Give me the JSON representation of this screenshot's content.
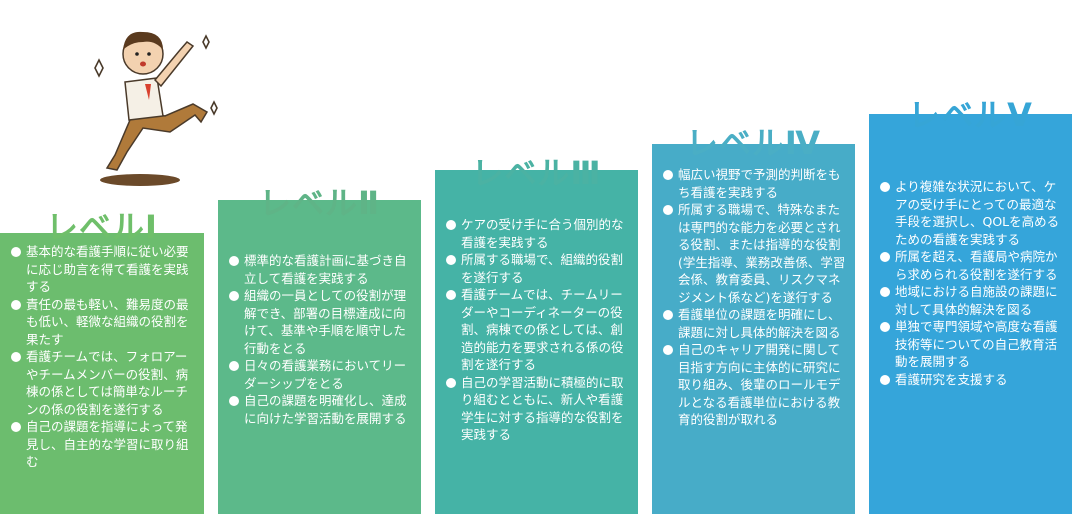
{
  "levels": [
    {
      "title": "レベルⅠ",
      "items": [
        "基本的な看護手順に従い必要に応じ助言を得て看護を実践する",
        "責任の最も軽い、難易度の最も低い、軽微な組織の役割を果たす",
        "看護チームでは、フォロアーやチームメンバーの役割、病棟の係としては簡単なルーチンの係の役割を遂行する",
        "自己の課題を指導によって発見し、自主的な学習に取り組む"
      ]
    },
    {
      "title": "レベルⅡ",
      "items": [
        "標準的な看護計画に基づき自立して看護を実践する",
        "組織の一員としての役割が理解でき、部署の目標達成に向けて、基準や手順を順守した行動をとる",
        "日々の看護業務においてリーダーシップをとる",
        "自己の課題を明確化し、達成に向けた学習活動を展開する"
      ]
    },
    {
      "title": "レベルⅢ",
      "items": [
        "ケアの受け手に合う個別的な看護を実践する",
        "所属する職場で、組織的役割を遂行する",
        "看護チームでは、チームリーダーやコーディネーターの役割、病棟での係としては、創造的能力を要求される係の役割を遂行する",
        "自己の学習活動に積極的に取り組むとともに、新人や看護学生に対する指導的な役割を実践する"
      ]
    },
    {
      "title": "レベルⅣ",
      "items": [
        "幅広い視野で予測的判断をもち看護を実践する",
        "所属する職場で、特殊なまたは専門的な能力を必要とされる役割、または指導的な役割(学生指導、業務改善係、学習会係、教育委員、リスクマネジメント係など)を遂行する",
        "看護単位の課題を明確にし、課題に対し具体的解決を図る",
        "自己のキャリア開発に関して目指す方向に主体的に研究に取り組み、後輩のロールモデルとなる看護単位における教育的役割が取れる"
      ]
    },
    {
      "title": "レベルⅤ",
      "items": [
        "より複雑な状況において、ケアの受け手にとっての最適な手段を選択し、QOLを高めるための看護を実践する",
        "所属を超え、看護局や病院から求められる役割を遂行する",
        "地域における自施設の課題に対して具体的解決を図る",
        "単独で専門領域や高度な看護技術等についての自己教育活動を展開する",
        "看護研究を支援する"
      ]
    }
  ]
}
